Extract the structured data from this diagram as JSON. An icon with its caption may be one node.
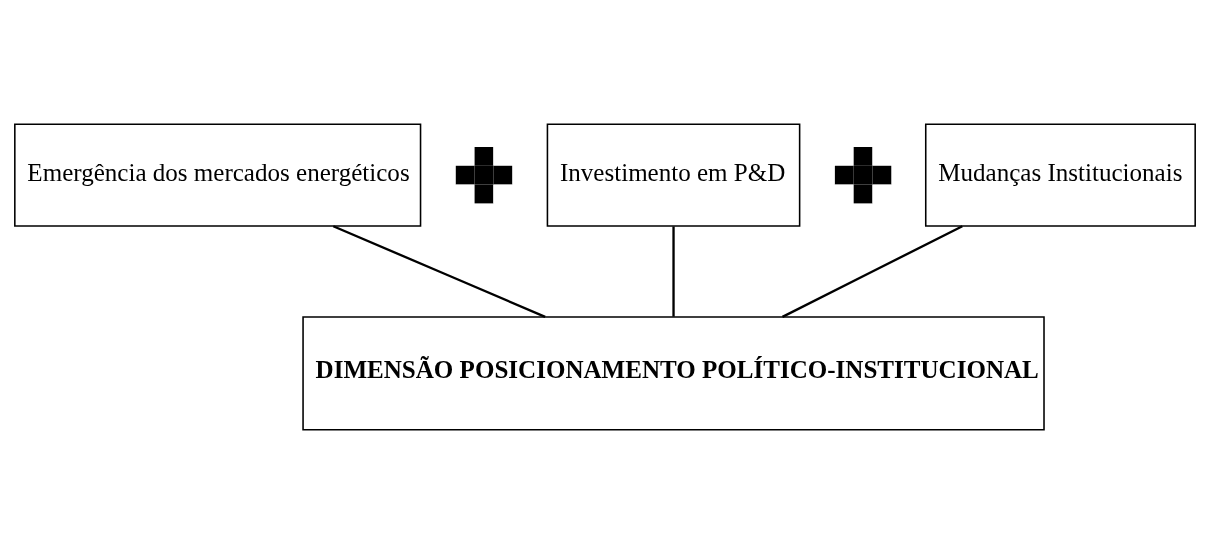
{
  "diagram": {
    "nodes": [
      {
        "text": [
          "Emergência dos mercados energéticos"
        ]
      },
      {
        "text": [],
        "shape": "cross"
      },
      {
        "text": [
          "Investimento em P&D"
        ]
      },
      {
        "text": [],
        "shape": "cross"
      },
      {
        "text": [
          "Mudanças Institucionais"
        ]
      },
      {
        "text": [
          "DIMENSÃO POSICIONAMENTO POLÍTICO-INSTITUCIONAL"
        ]
      }
    ],
    "edges": [
      {
        "from": 0,
        "to": 5,
        "arrow": "none"
      },
      {
        "from": 2,
        "to": 5,
        "arrow": "none"
      },
      {
        "from": 4,
        "to": 5,
        "arrow": "none"
      }
    ]
  }
}
